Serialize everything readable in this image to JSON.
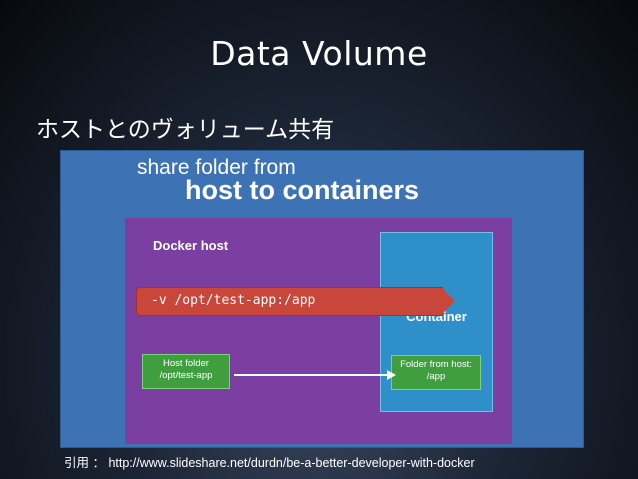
{
  "slide": {
    "title": "Data Volume",
    "subtitle": "ホストとのヴォリューム共有",
    "citation": "引用 ： http://www.slideshare.net/durdn/be-a-better-developer-with-docker"
  },
  "figure": {
    "heading_small": "share folder from",
    "heading_big": "host to containers",
    "docker_host_label": "Docker host",
    "command": "-v /opt/test-app:/app",
    "container_label": "Container",
    "host_folder": {
      "line1": "Host folder",
      "line2": "/opt/test-app"
    },
    "container_folder": {
      "line1": "Folder from host:",
      "line2": "/app"
    },
    "colors": {
      "panel": "#3d72b4",
      "docker_host": "#7a3fa0",
      "command_tag": "#c8463a",
      "container": "#2f8fc9",
      "folder": "#3f9f3f"
    }
  }
}
